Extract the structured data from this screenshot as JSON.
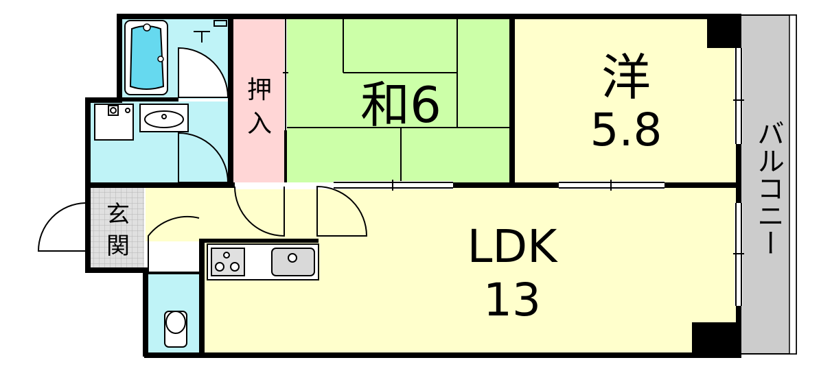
{
  "rooms": {
    "closet": {
      "label_line1": "押",
      "label_line2": "入"
    },
    "washitsu": {
      "label": "和6"
    },
    "youshitsu": {
      "label_line1": "洋",
      "label_line2": "5.8"
    },
    "ldk": {
      "label_line1": "LDK",
      "label_line2": "13"
    },
    "entrance": {
      "label_line1": "玄",
      "label_line2": "関"
    },
    "balcony": {
      "label": "バルコニー"
    }
  },
  "colors": {
    "wall": "#000000",
    "tatami": "#ccffa8",
    "youshitsu": "#ffffcc",
    "ldk": "#ffffcc",
    "closet": "#ffd6d6",
    "water": "#bff3f7",
    "tub": "#66d9ef",
    "entrance_tile": "#d9d9d9",
    "balcony": "#cccccc"
  }
}
